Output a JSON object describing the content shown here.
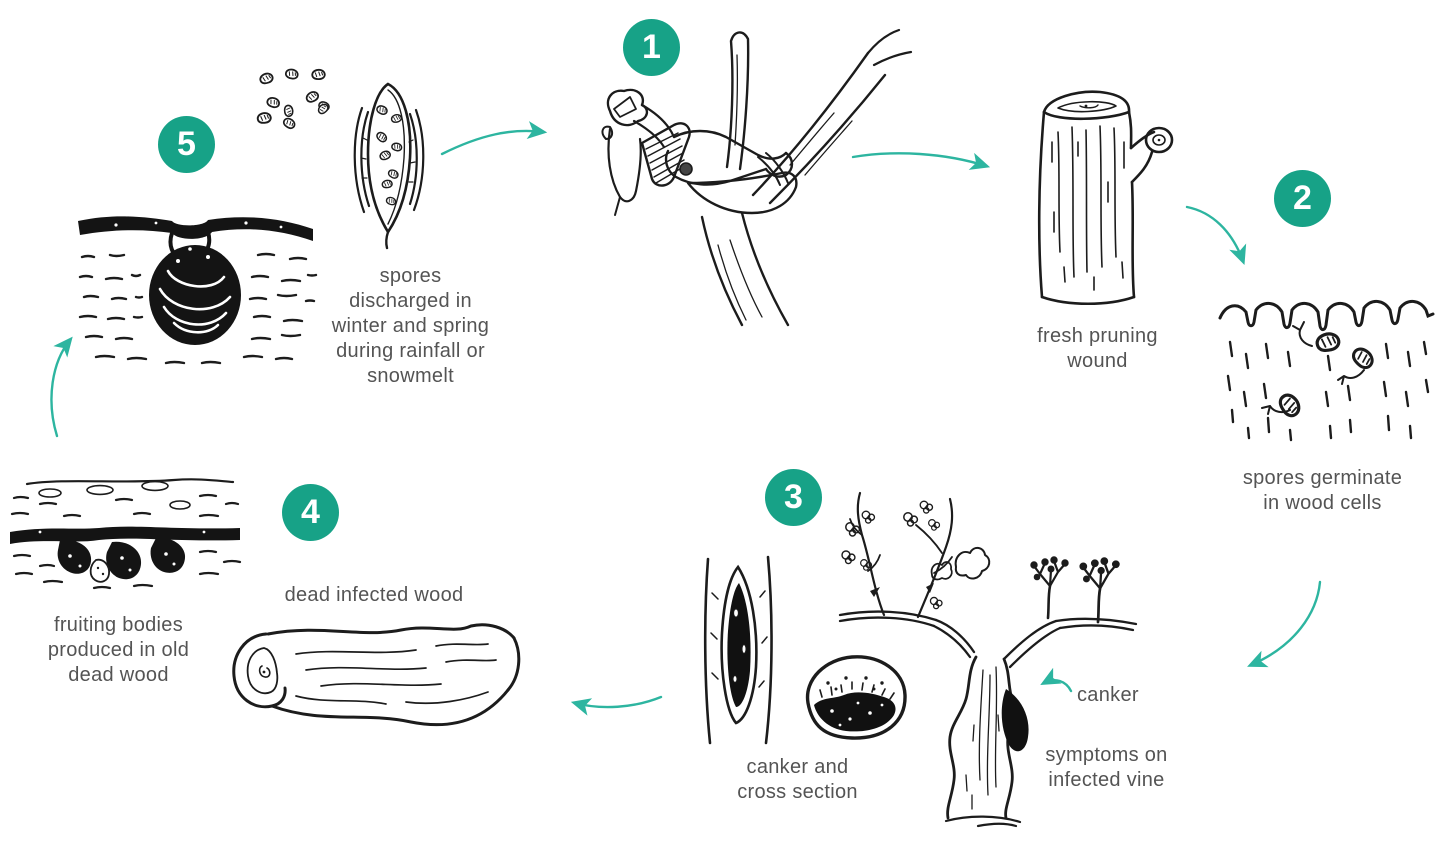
{
  "colors": {
    "badge": "#17a287",
    "arrow": "#2db5a0",
    "ink": "#1c1c1c",
    "text": "#545454",
    "background": "#ffffff"
  },
  "steps": [
    {
      "number": "1",
      "illustration": "pruning-shears-cutting-vine"
    },
    {
      "number": "2",
      "illustration": "spores-germinating-in-wood-cells"
    },
    {
      "number": "3",
      "illustration": "infected-vine-with-canker"
    },
    {
      "number": "4",
      "illustration": "dead-infected-wood-log"
    },
    {
      "number": "5",
      "illustration": "perithecium-discharging-spores"
    }
  ],
  "labels": {
    "spores_discharged": {
      "lines": [
        "spores",
        "discharged in",
        "winter and spring",
        "during rainfall or",
        "snowmelt"
      ]
    },
    "fresh_pruning_wound": {
      "lines": [
        "fresh pruning",
        "wound"
      ]
    },
    "spores_germinate": {
      "lines": [
        "spores germinate",
        "in wood cells"
      ]
    },
    "canker_pointer": {
      "lines": [
        "canker"
      ]
    },
    "symptoms_infected_vine": {
      "lines": [
        "symptoms on",
        "infected vine"
      ]
    },
    "canker_cross_section": {
      "lines": [
        "canker and",
        "cross section"
      ]
    },
    "dead_infected_wood": {
      "lines": [
        "dead infected wood"
      ]
    },
    "fruiting_bodies": {
      "lines": [
        "fruiting bodies",
        "produced in old",
        "dead wood"
      ]
    }
  },
  "illustrations": [
    "spore-cluster",
    "ascus-with-spores",
    "perithecium-in-wood",
    "pruning-shears-cutting-vine",
    "fresh-pruning-wound-stump",
    "wood-cells-with-germinating-spores",
    "trunk-canker-lens",
    "canker-cross-section",
    "infected-vine-with-canker",
    "dead-wood-log",
    "fruiting-bodies-in-old-wood"
  ],
  "arrows": [
    {
      "from": "spore-discharge",
      "to": "step-1-pruning"
    },
    {
      "from": "step-1-pruning",
      "to": "fresh-pruning-wound"
    },
    {
      "from": "fresh-pruning-wound",
      "to": "spores-germinate"
    },
    {
      "from": "spores-germinate",
      "to": "step-3-symptoms"
    },
    {
      "from": "step-3-canker",
      "to": "step-4-dead-wood"
    },
    {
      "from": "fruiting-bodies",
      "to": "step-5-discharge"
    },
    {
      "from": "canker-label",
      "to": "canker-on-vine"
    }
  ]
}
